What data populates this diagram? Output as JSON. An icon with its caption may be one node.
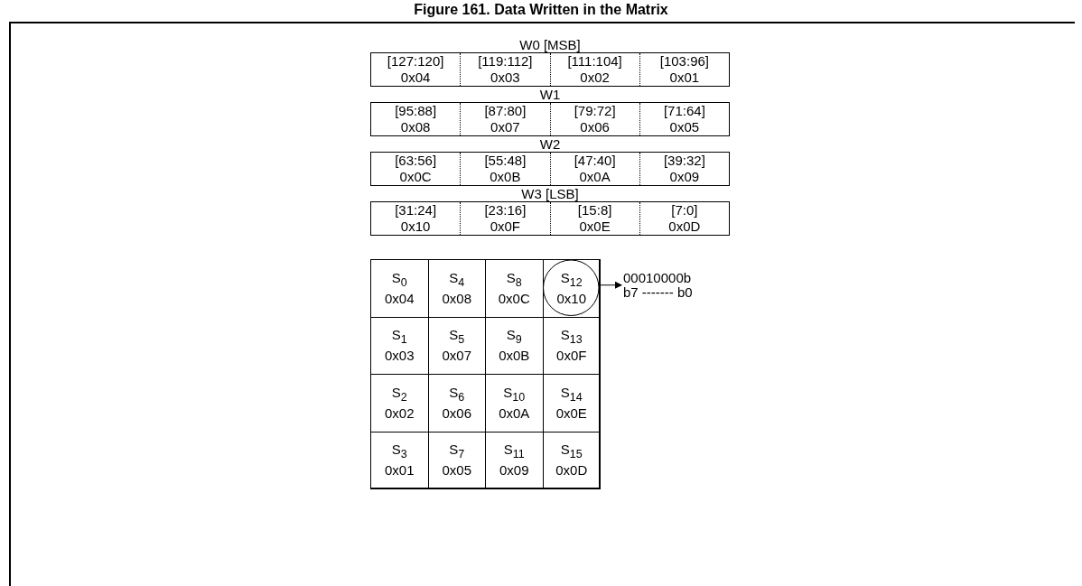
{
  "diagram": {
    "title": "Figure 161. Data Written in the Matrix",
    "nodes": [
      {
        "text": [
          "W0 [MSB]",
          "[127:120] 0x04",
          "[119:112] 0x03",
          "[111:104] 0x02",
          "[103:96] 0x01"
        ]
      },
      {
        "text": [
          "W1",
          "[95:88] 0x08",
          "[87:80] 0x07",
          "[79:72] 0x06",
          "[71:64] 0x05"
        ]
      },
      {
        "text": [
          "W2",
          "[63:56] 0x0C",
          "[55:48] 0x0B",
          "[47:40] 0x0A",
          "[39:32] 0x09"
        ]
      },
      {
        "text": [
          "W3 [LSB]",
          "[31:24] 0x10",
          "[23:16] 0x0F",
          "[15:8] 0x0E",
          "[7:0] 0x0D"
        ]
      },
      {
        "text": [],
        "shape": "box"
      },
      {
        "text": [
          "S$_{0}$ 0x04"
        ],
        "in": 4
      },
      {
        "text": [
          "S$_{4}$ 0x08"
        ],
        "in": 4
      },
      {
        "text": [
          "S$_{8}$ 0x0C"
        ],
        "in": 4
      },
      {
        "text": [
          "S$_{12}$ 0x10"
        ],
        "in": 4
      },
      {
        "text": [
          "S$_{1}$ 0x03"
        ],
        "in": 4
      },
      {
        "text": [
          "S$_{5}$ 0x07"
        ],
        "in": 4
      },
      {
        "text": [
          "S$_{9}$ 0x0B"
        ],
        "in": 4
      },
      {
        "text": [
          "S$_{13}$ 0x0F"
        ],
        "in": 4
      },
      {
        "text": [
          "S$_{2}$ 0x02"
        ],
        "in": 4
      },
      {
        "text": [
          "S$_{6}$ 0x06"
        ],
        "in": 4
      },
      {
        "text": [
          "S$_{10}$ 0x0A"
        ],
        "in": 4
      },
      {
        "text": [
          "S$_{14}$ 0x0E"
        ],
        "in": 4
      },
      {
        "text": [
          "S$_{3}$ 0x01"
        ],
        "in": 4
      },
      {
        "text": [
          "S$_{7}$ 0x05"
        ],
        "in": 4
      },
      {
        "text": [
          "S$_{11}$ 0x09"
        ],
        "in": 4
      },
      {
        "text": [
          "S$_{15}$ 0x0D"
        ],
        "in": 4
      },
      {
        "text": [
          "00010000b",
          "b7 ------- b0"
        ]
      }
    ],
    "edges": [
      {
        "from": 8,
        "to": 21,
        "arrow": "to"
      }
    ]
  }
}
